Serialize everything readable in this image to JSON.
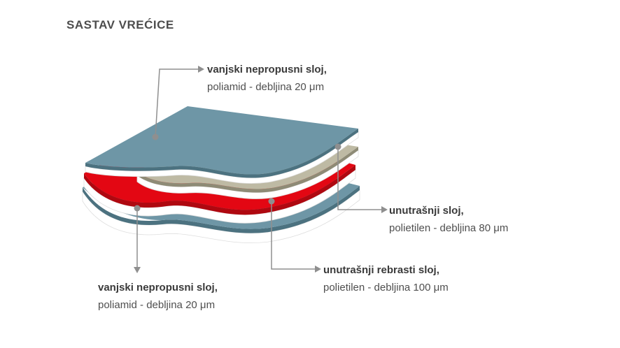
{
  "title": "SASTAV VREĆICE",
  "labels": {
    "outer_top": {
      "bold": "vanjski nepropusni sloj,",
      "normal": "poliamid - debljina 20 μm"
    },
    "inner": {
      "bold": "unutrašnji sloj,",
      "normal": "polietilen - debljina 80 μm"
    },
    "inner_ribbed": {
      "bold": "unutrašnji rebrasti sloj,",
      "normal": "polietilen - debljina 100 μm"
    },
    "outer_bottom": {
      "bold": "vanjski nepropusni sloj,",
      "normal": "poliamid - debljina 20 μm"
    }
  },
  "colors": {
    "outer_surface": "#6E96A6",
    "outer_side": "#4C7280",
    "inner_surface": "#BEBAA4",
    "inner_side": "#8E8B76",
    "ribbed_surface": "#E30713",
    "ribbed_side": "#AF0810",
    "gap_white": "#FFFFFF",
    "leader": "#8F8F8F"
  }
}
